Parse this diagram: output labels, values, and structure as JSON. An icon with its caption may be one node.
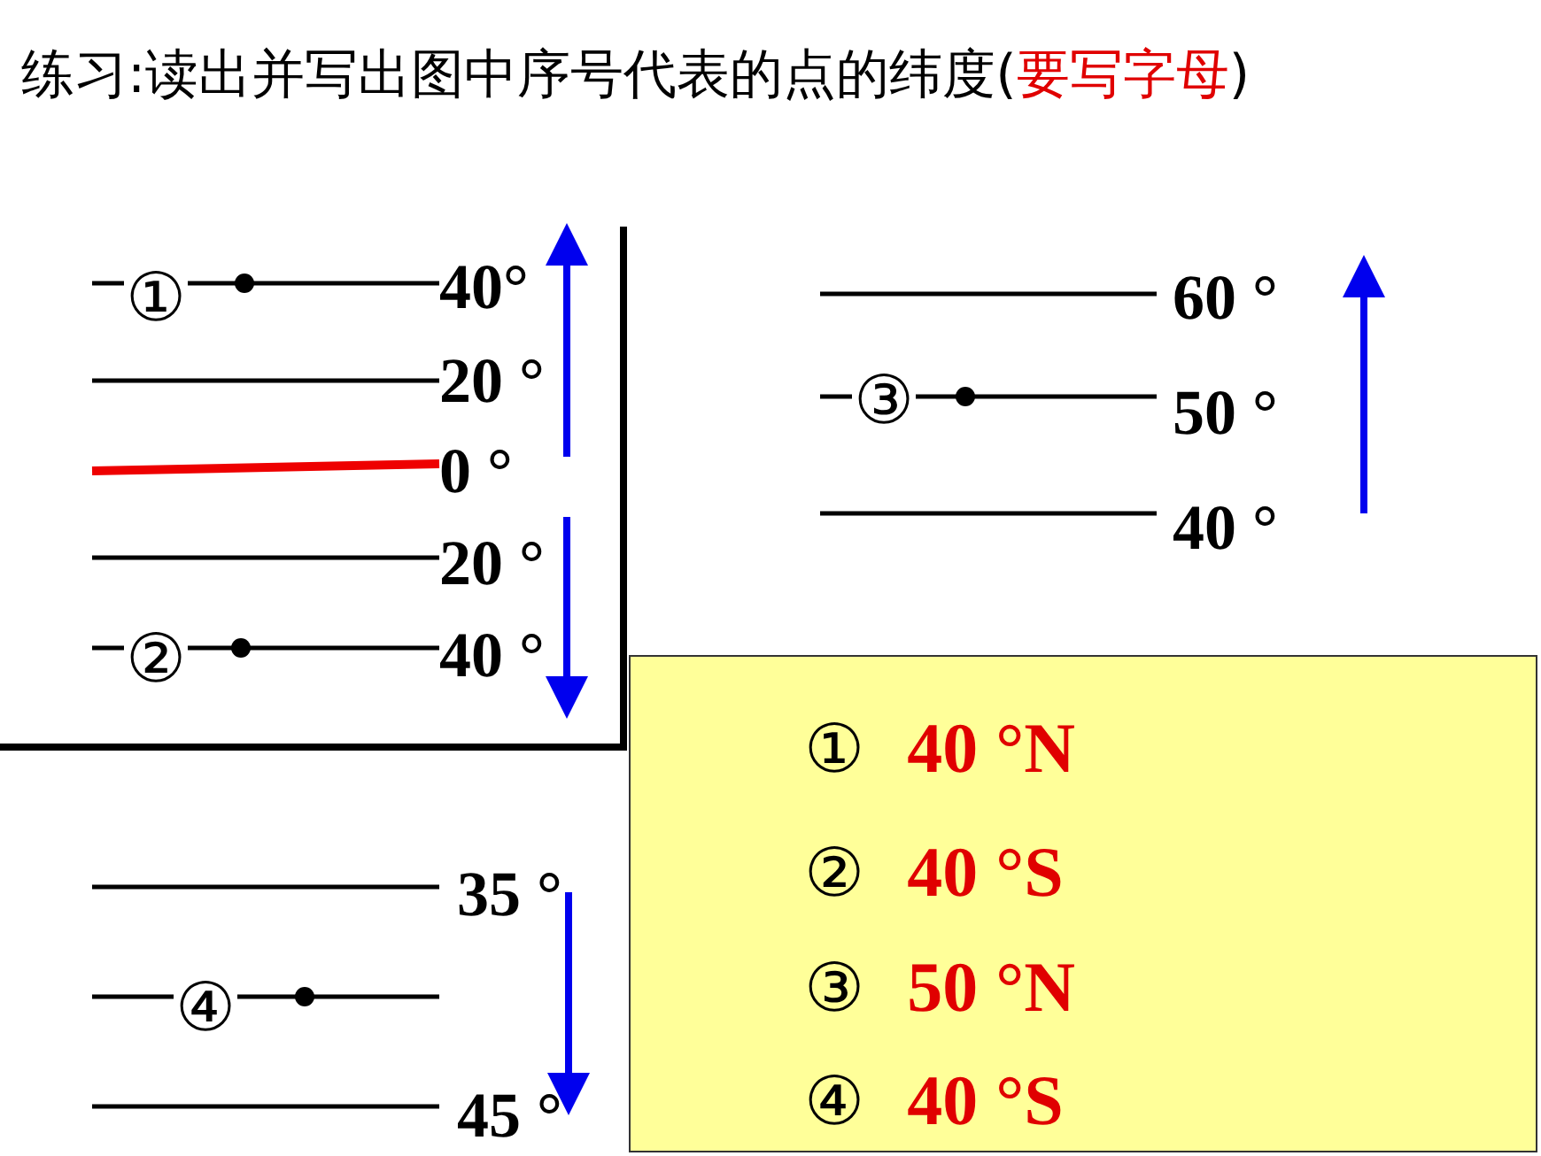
{
  "diagram": {
    "title": "练习:读出并写出图中序号代表的点的纬度(**要写字母**)",
    "nodes": [
      {
        "text": [
          "① **40 °N**",
          "② **40 °S**",
          "③ **50 °N**",
          "④ **40 °S**"
        ]
      }
    ],
    "labels": [
      "①",
      "40°",
      "20 °",
      "0 °",
      "20 °",
      "②",
      "40 °",
      "60 °",
      "③",
      "50 °",
      "40 °",
      "35 °",
      "④",
      "45 °"
    ]
  }
}
